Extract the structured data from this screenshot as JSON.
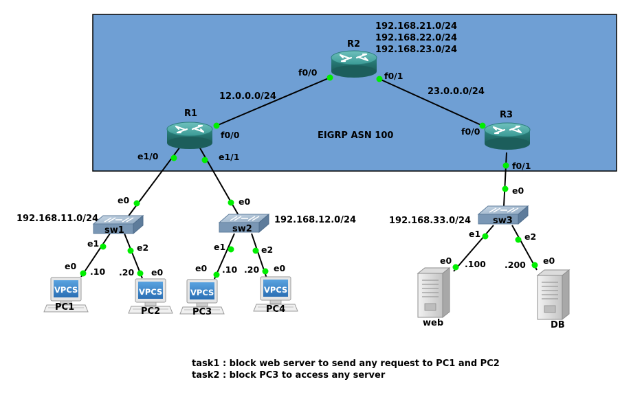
{
  "area": {
    "label": "EIGRP ASN 100",
    "fill": "#6f9fd4"
  },
  "routers": {
    "r1": {
      "name": "R1"
    },
    "r2": {
      "name": "R2",
      "networks": [
        "192.168.21.0/24",
        "192.168.22.0/24",
        "192.168.23.0/24"
      ]
    },
    "r3": {
      "name": "R3"
    }
  },
  "links": {
    "r1_r2": "12.0.0.0/24",
    "r2_r3": "23.0.0.0/24"
  },
  "interfaces": {
    "r2_f00": "f0/0",
    "r2_f01": "f0/1",
    "r1_f00": "f0/0",
    "r1_e10": "e1/0",
    "r1_e11": "e1/1",
    "r3_f00": "f0/0",
    "r3_f01": "f0/1",
    "sw1_e0": "e0",
    "sw1_e1": "e1",
    "sw1_e2": "e2",
    "sw2_e0": "e0",
    "sw2_e1": "e1",
    "sw2_e2": "e2",
    "sw3_e0": "e0",
    "sw3_e1": "e1",
    "sw3_e2": "e2",
    "pc1_e0": "e0",
    "pc2_e0": "e0",
    "pc3_e0": "e0",
    "pc4_e0": "e0",
    "web_e0": "e0",
    "db_e0": "e0"
  },
  "switches": {
    "sw1": {
      "name": "sw1",
      "network": "192.168.11.0/24"
    },
    "sw2": {
      "name": "sw2",
      "network": "192.168.12.0/24"
    },
    "sw3": {
      "name": "sw3",
      "network": "192.168.33.0/24"
    }
  },
  "hosts": {
    "pc1": {
      "name": "PC1",
      "ip": ".10",
      "badge": "VPCS"
    },
    "pc2": {
      "name": "PC2",
      "ip": ".20",
      "badge": "VPCS"
    },
    "pc3": {
      "name": "PC3",
      "ip": ".10",
      "badge": "VPCS"
    },
    "pc4": {
      "name": "PC4",
      "ip": ".20",
      "badge": "VPCS"
    },
    "web": {
      "name": "web",
      "ip": ".100"
    },
    "db": {
      "name": "DB",
      "ip": ".200"
    }
  },
  "tasks": [
    "task1 : block web server to send any request to PC1 and PC2",
    "task2 : block PC3 to access any server"
  ],
  "colors": {
    "port_dot": "#00ee00",
    "router_body": "#2f8f8c",
    "switch_body": "#7a97b5"
  }
}
